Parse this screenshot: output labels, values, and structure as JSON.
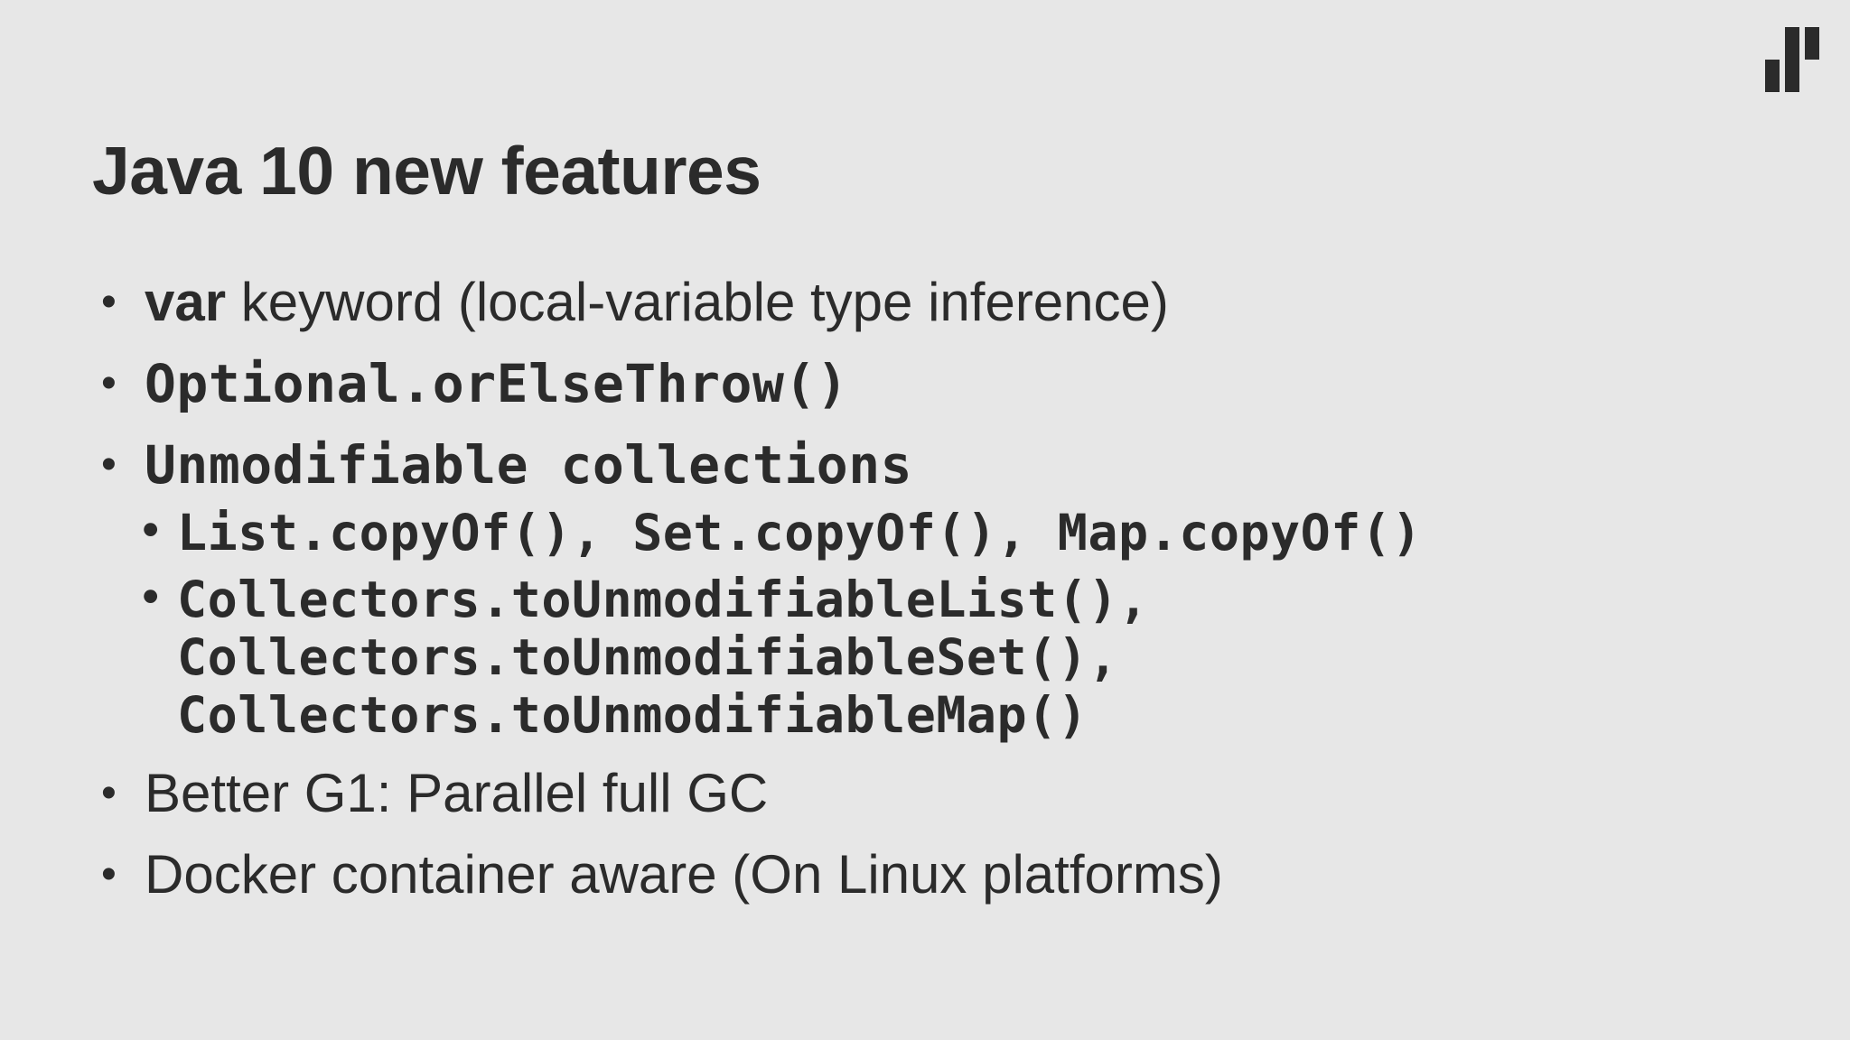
{
  "slide": {
    "title": "Java 10 new features",
    "bullets": [
      {
        "keyword": "var",
        "text": " keyword (local-variable type inference)"
      },
      {
        "code": "Optional.orElseThrow()"
      },
      {
        "code": "Unmodifiable collections",
        "sub": [
          {
            "lines": [
              "List.copyOf(), Set.copyOf(), Map.copyOf()"
            ]
          },
          {
            "lines": [
              "Collectors.toUnmodifiableList(),",
              "Collectors.toUnmodifiableSet(),",
              "Collectors.toUnmodifiableMap()"
            ]
          }
        ]
      },
      {
        "text": "Better G1: Parallel full GC"
      },
      {
        "text": "Docker container aware (On Linux platforms)"
      }
    ],
    "bullet_char": "•",
    "logo_icon": "bar-logo-icon",
    "background_color": "#e7e7e7",
    "text_color": "#2b2b2b"
  }
}
